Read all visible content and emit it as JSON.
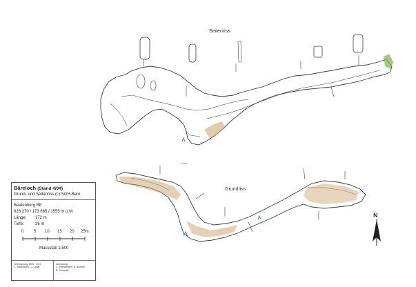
{
  "map": {
    "seitenriss_label": "Seitenriss",
    "grundriss_label": "Grundriss",
    "north_label": "N"
  },
  "legend": {
    "title": "Bäreloch",
    "stand": "(Stand 4/04)",
    "subtitle": "Grund- und Seitenriss (c) SGH-Bern",
    "location": "Beatenberg BE",
    "coordinates": "628 270 / 173 665 / 1555 m.ü.M.",
    "laenge_label": "Länge:",
    "laenge_value": "172 m",
    "tiefe_label": "Tiefe:",
    "tiefe_value": "36 m",
    "scale_ticks": [
      "0",
      "5",
      "10",
      "15",
      "20",
      "25m"
    ],
    "scale_text": "Massstab 1:500",
    "footer_left": [
      "Vermessung: 8/03 - 4/04",
      "C. Bachmann / J. Lauer"
    ],
    "footer_right": [
      "Zeichnung:",
      "C. Ellenberger / A. Bichsel",
      "B. Schaefer"
    ]
  },
  "colors": {
    "line": "#3a3a3a",
    "sediment": "#c9a26b",
    "water": "#3a7fd0",
    "vegetation": "#7fb04a"
  }
}
